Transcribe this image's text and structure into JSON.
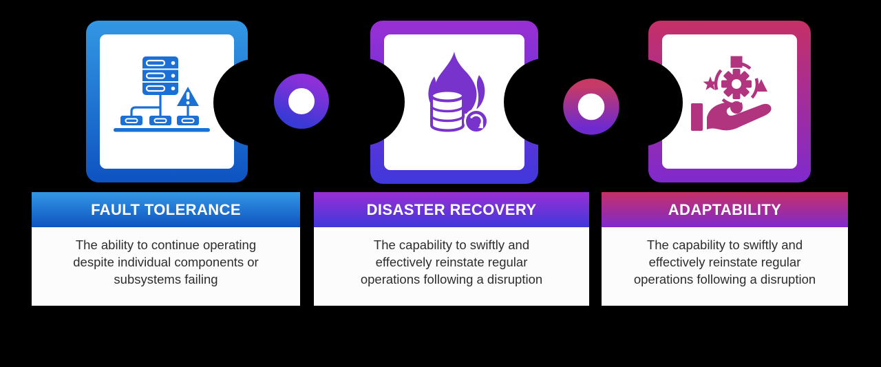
{
  "background_color": "#000000",
  "card_body_color": "#fcfcfc",
  "text_color": "#2d2d2d",
  "items": [
    {
      "id": "fault-tolerance",
      "title": "FAULT TOLERANCE",
      "description": "The ability to continue operating\ndespite individual components or\nsubsystems failing",
      "icon": "server-network-warning-icon",
      "gradient_top": "#3397E3",
      "gradient_bottom": "#0E53C1",
      "icon_color": "#1A70D4"
    },
    {
      "id": "disaster-recovery",
      "title": "DISASTER RECOVERY",
      "description": "The capability to swiftly and\neffectively reinstate regular\noperations following a disruption",
      "icon": "burning-database-restore-icon",
      "gradient_top": "#992FD4",
      "gradient_bottom": "#4038DB",
      "icon_color": "#7733CB"
    },
    {
      "id": "adaptability",
      "title": "ADAPTABILITY",
      "description": "The capability to swiftly and\neffectively reinstate regular\noperations following a disruption",
      "icon": "hand-gear-adapt-icon",
      "gradient_top": "#C63066",
      "gradient_bottom": "#7F2ACE",
      "icon_color": "#B0347E"
    }
  ],
  "connectors": [
    {
      "id": "connector-1",
      "from": "#8E30D8",
      "to": "#3939D6"
    },
    {
      "id": "connector-2",
      "from": "#C63A66",
      "to": "#6F2ACF"
    }
  ]
}
